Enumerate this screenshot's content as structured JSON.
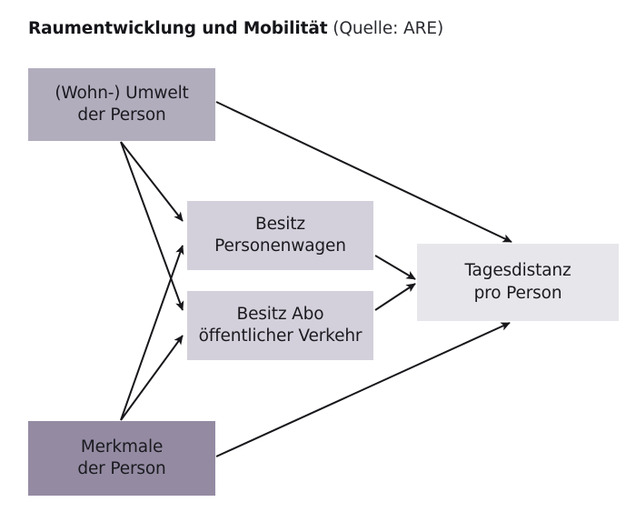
{
  "figure": {
    "title_main": "Raumentwicklung und Mobilität",
    "title_source": " (Quelle: ARE)",
    "background_color": "#ffffff"
  },
  "nodes": [
    {
      "id": "umwelt",
      "line1": "(Wohn-) Umwelt",
      "line2": "der Person",
      "color": "#b2adbd"
    },
    {
      "id": "pkw",
      "line1": "Besitz",
      "line2": "Personenwagen",
      "color": "#d4d0db"
    },
    {
      "id": "abo",
      "line1": "Besitz Abo",
      "line2": "öffentlicher Verkehr",
      "color": "#d4d0db"
    },
    {
      "id": "tagesdistanz",
      "line1": "Tagesdistanz",
      "line2": "pro Person",
      "color": "#e7e6eb"
    },
    {
      "id": "merkmale",
      "line1": "Merkmale",
      "line2": "der Person",
      "color": "#948ba3"
    }
  ],
  "edges": [
    {
      "from": "umwelt",
      "to": "pkw"
    },
    {
      "from": "umwelt",
      "to": "abo"
    },
    {
      "from": "umwelt",
      "to": "tagesdistanz"
    },
    {
      "from": "merkmale",
      "to": "pkw"
    },
    {
      "from": "merkmale",
      "to": "abo"
    },
    {
      "from": "merkmale",
      "to": "tagesdistanz"
    },
    {
      "from": "pkw",
      "to": "tagesdistanz"
    },
    {
      "from": "abo",
      "to": "tagesdistanz"
    }
  ],
  "edge_style": {
    "color": "#17171b",
    "width": 2
  }
}
